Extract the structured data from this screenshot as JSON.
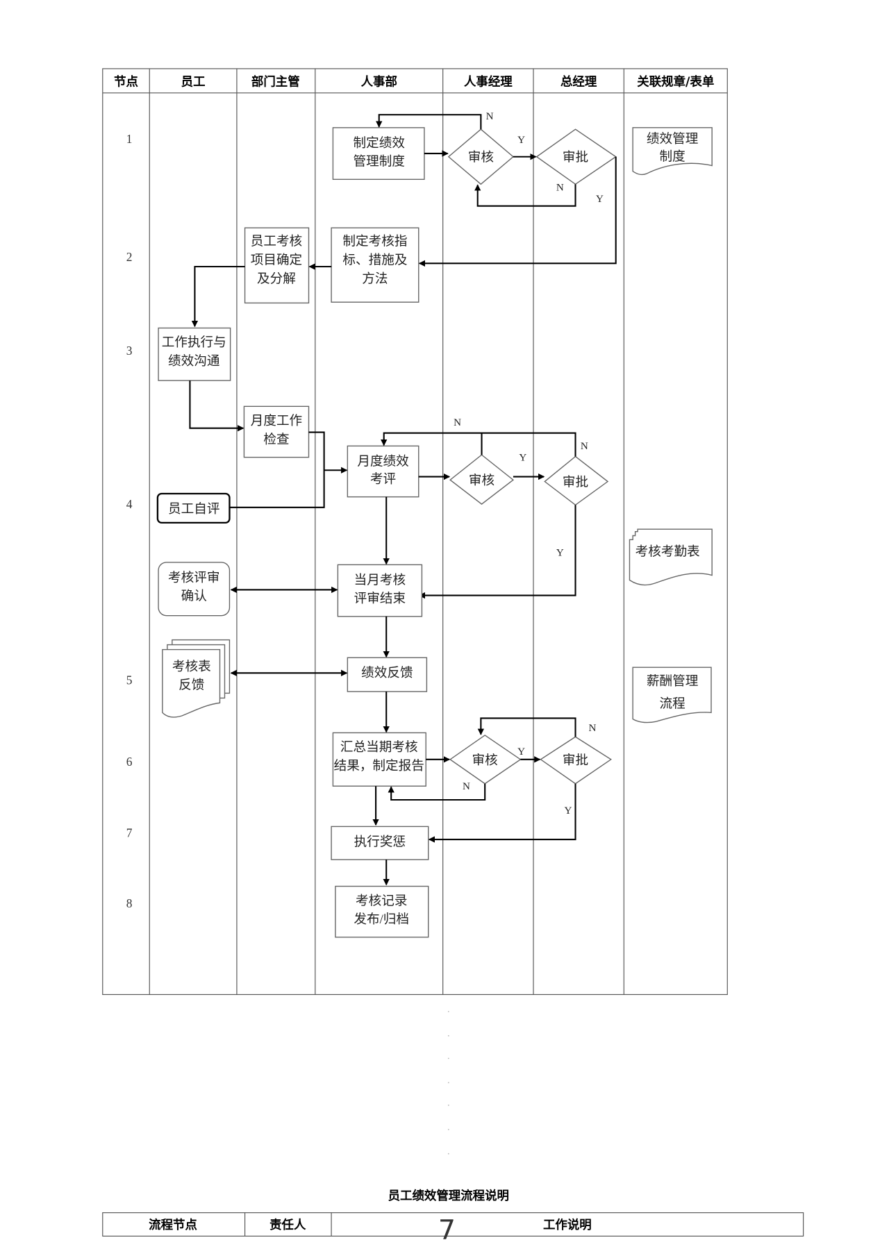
{
  "headers": [
    "节点",
    "员工",
    "部门主管",
    "人事部",
    "人事经理",
    "总经理",
    "关联规章/表单"
  ],
  "row_numbers": [
    "1",
    "2",
    "3",
    "4",
    "5",
    "6",
    "7",
    "8"
  ],
  "nodes": {
    "make_policy": [
      "制定绩效",
      "管理制度"
    ],
    "review1": "审核",
    "approve1": "审批",
    "doc_policy": [
      "绩效管理",
      "制度"
    ],
    "set_indicators": [
      "制定考核指",
      "标、措施及",
      "方法"
    ],
    "decompose": [
      "员工考核",
      "项目确定",
      "及分解"
    ],
    "execute": [
      "工作执行与",
      "绩效沟通"
    ],
    "monthly_check": [
      "月度工作",
      "检查"
    ],
    "self_eval": "员工自评",
    "monthly_eval": [
      "月度绩效",
      "考评"
    ],
    "review2": "审核",
    "approve2": "审批",
    "doc_attendance": "考核考勤表",
    "confirm": [
      "考核评审",
      "确认"
    ],
    "review_end": [
      "当月考核",
      "评审结束"
    ],
    "feedback_form": [
      "考核表",
      "反馈"
    ],
    "feedback": "绩效反馈",
    "doc_salary": [
      "薪酬管理",
      "流程"
    ],
    "summary": [
      "汇总当期考核",
      "结果，制定报告"
    ],
    "review3": "审核",
    "approve3": "审批",
    "reward": "执行奖惩",
    "archive": [
      "考核记录",
      "发布/归档"
    ]
  },
  "branch_labels": {
    "yes": "Y",
    "no": "N"
  },
  "description": {
    "title": "员工绩效管理流程说明",
    "columns": [
      "流程节点",
      "责任人",
      "工作说明"
    ]
  },
  "page_number": "7"
}
